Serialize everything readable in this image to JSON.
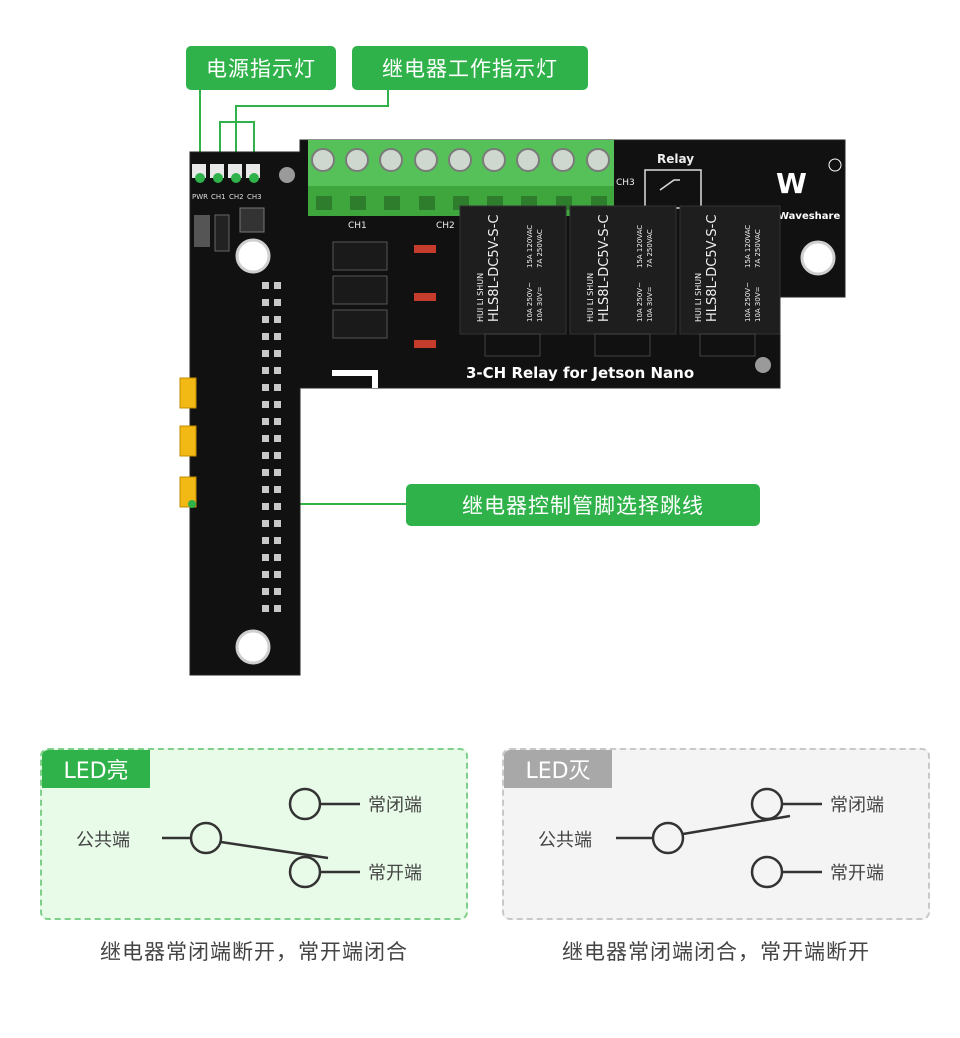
{
  "callouts": {
    "power_led": "电源指示灯",
    "relay_led": "继电器工作指示灯",
    "jumper": "继电器控制管脚选择跳线"
  },
  "board": {
    "title": "3-CH Relay for Jetson Nano",
    "brand": "Waveshare",
    "relay_label": "Relay",
    "led_labels": [
      "PWR",
      "CH1",
      "CH2",
      "CH3"
    ],
    "terminal_labels": [
      "CH1",
      "CH2",
      "CH3"
    ],
    "relay_model": "HLS8L-DC5V-S-C",
    "relay_brand": "HUI LI SHUN",
    "relay_ratings_a": "10A 250V~",
    "relay_ratings_b": "10A 30V=",
    "relay_ratings_c": "15A 120VAC",
    "relay_ratings_d": "7A 250VAC"
  },
  "states": [
    {
      "tag": "LED亮",
      "common": "公共端",
      "nc": "常闭端",
      "no": "常开端",
      "caption": "继电器常闭端断开，常开端闭合",
      "tag_color": "#2fb24a",
      "bg_color": "#e8fbe8",
      "border_color": "#7fd08a",
      "switch_to": "no"
    },
    {
      "tag": "LED灭",
      "common": "公共端",
      "nc": "常闭端",
      "no": "常开端",
      "caption": "继电器常闭端闭合，常开端断开",
      "tag_color": "#a8a8a8",
      "bg_color": "#f4f4f4",
      "border_color": "#c8c8c8",
      "switch_to": "nc"
    }
  ]
}
